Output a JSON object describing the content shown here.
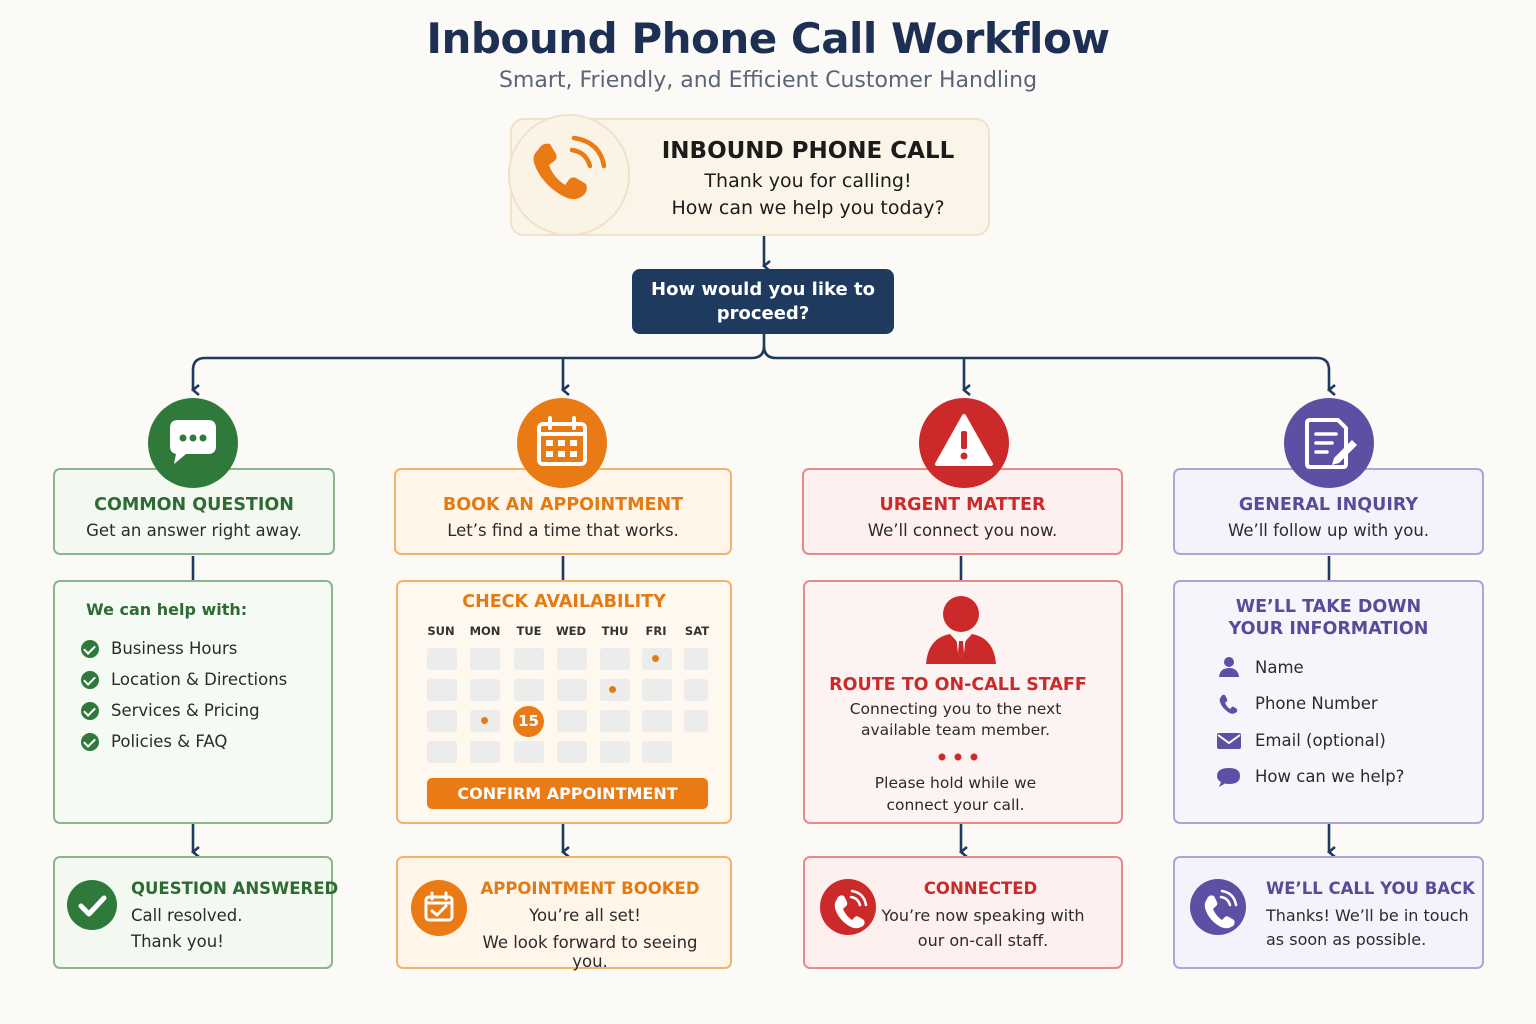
{
  "title": "Inbound Phone Call Workflow",
  "subtitle": "Smart, Friendly, and Efficient Customer Handling",
  "start": {
    "title": "INBOUND PHONE CALL",
    "line1": "Thank you for calling!",
    "line2": "How can we help you today?",
    "icon": "phone-ringing-icon"
  },
  "decision": {
    "line1": "How would you like to",
    "line2": "proceed?"
  },
  "colors": {
    "navy": "#1e3a5f",
    "green": "#2e6b32",
    "orange": "#e37b14",
    "red": "#cc2a2a",
    "purple": "#5a4a9a"
  },
  "common": {
    "title": "COMMON QUESTION",
    "subtitle": "Get an answer right away.",
    "help_heading": "We can help with:",
    "items": [
      "Business Hours",
      "Location & Directions",
      "Services & Pricing",
      "Policies & FAQ"
    ],
    "result_title": "QUESTION ANSWERED",
    "result_line1": "Call resolved.",
    "result_line2": "Thank you!"
  },
  "appointment": {
    "title": "BOOK AN APPOINTMENT",
    "subtitle": "Let’s find a time that works.",
    "calendar_title": "CHECK AVAILABILITY",
    "days": [
      "SUN",
      "MON",
      "TUE",
      "WED",
      "THU",
      "FRI",
      "SAT"
    ],
    "selected_date": "15",
    "confirm_label": "CONFIRM APPOINTMENT",
    "result_title": "APPOINTMENT BOOKED",
    "result_line1": "You’re all set!",
    "result_line2": "We look forward to seeing you."
  },
  "urgent": {
    "title": "URGENT MATTER",
    "subtitle": "We’ll connect you now.",
    "route_title": "ROUTE TO ON-CALL STAFF",
    "route_line1": "Connecting you to the next",
    "route_line2": "available team member.",
    "hold_line1": "Please hold while we",
    "hold_line2": "connect your call.",
    "result_title": "CONNECTED",
    "result_line1": "You’re now speaking with",
    "result_line2": "our on-call staff."
  },
  "general": {
    "title": "GENERAL INQUIRY",
    "subtitle": "We’ll follow up with you.",
    "info_line1": "WE’LL TAKE DOWN",
    "info_line2": "YOUR INFORMATION",
    "fields": [
      "Name",
      "Phone Number",
      "Email (optional)",
      "How can we help?"
    ],
    "result_title": "WE’LL CALL YOU BACK",
    "result_line1": "Thanks! We’ll be in touch",
    "result_line2": "as soon as possible."
  }
}
